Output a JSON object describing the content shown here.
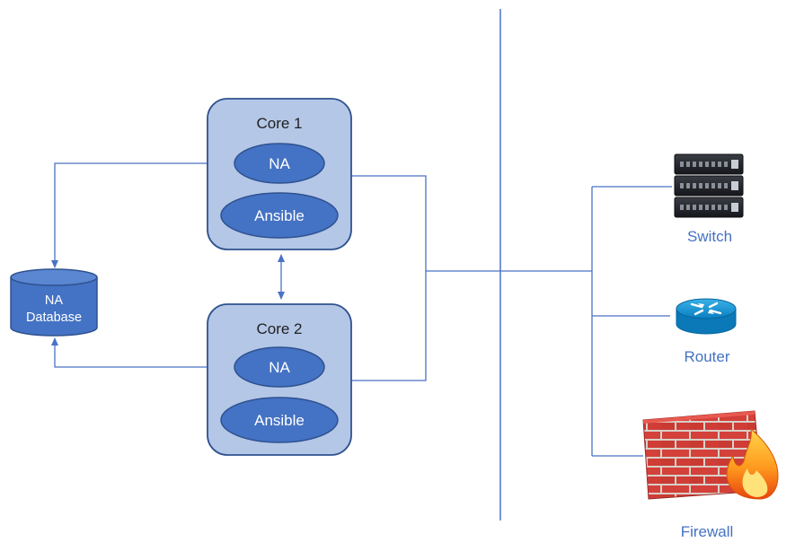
{
  "colors": {
    "line": "#4a72c4",
    "core_fill": "#b4c7e7",
    "core_stroke": "#2f528f",
    "oval_fill": "#4472c4",
    "oval_stroke": "#2f528f",
    "device_label": "#4472c4"
  },
  "core1": {
    "title": "Core 1",
    "na_label": "NA",
    "ansible_label": "Ansible"
  },
  "core2": {
    "title": "Core 2",
    "na_label": "NA",
    "ansible_label": "Ansible"
  },
  "database": {
    "line1": "NA",
    "line2": "Database"
  },
  "devices": {
    "switch": {
      "label": "Switch",
      "icon": "switch-icon"
    },
    "router": {
      "label": "Router",
      "icon": "router-icon"
    },
    "firewall": {
      "label": "Firewall",
      "icon": "firewall-icon"
    }
  }
}
